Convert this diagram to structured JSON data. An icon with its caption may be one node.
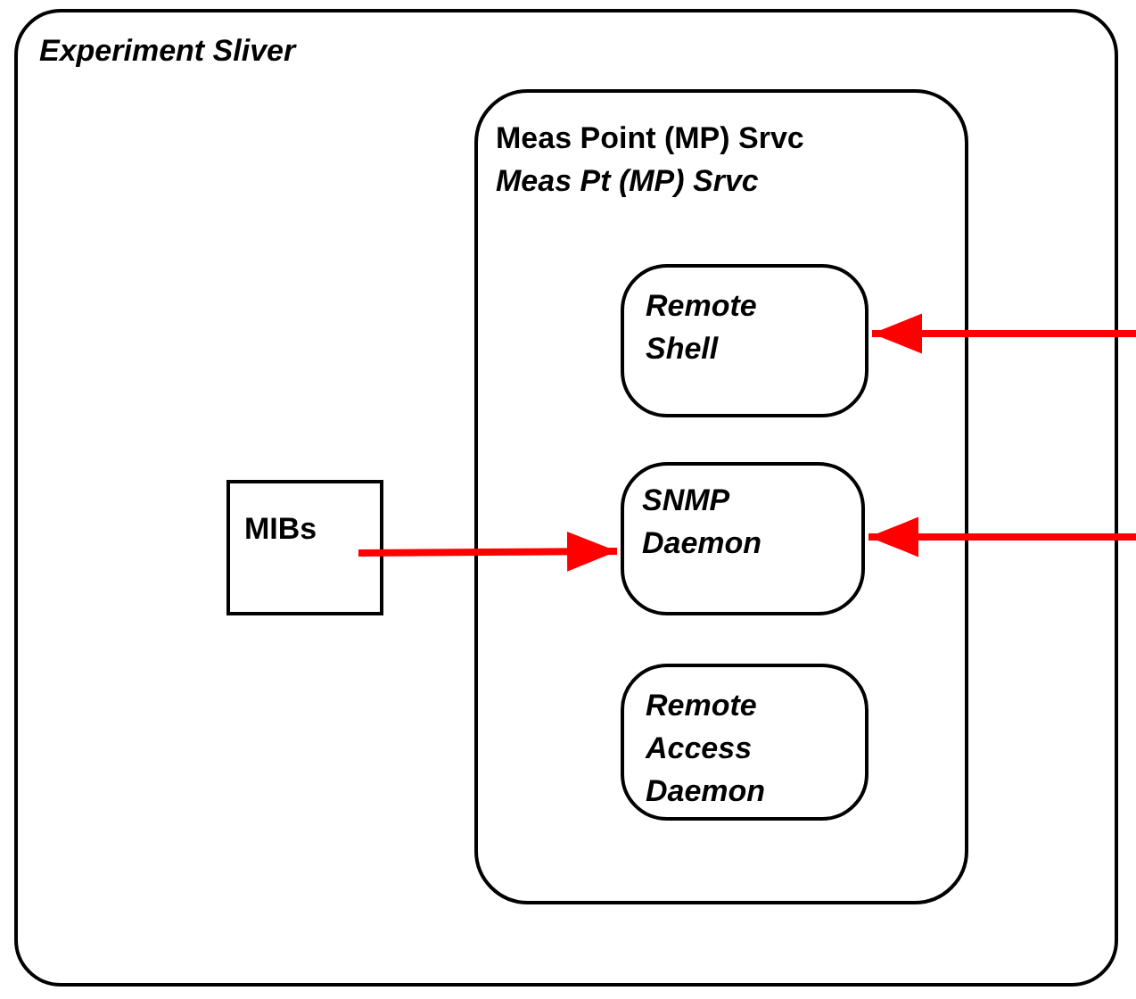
{
  "diagram": {
    "nodes": [
      {
        "text": [
          "Experiment Sliver"
        ]
      },
      {
        "text": [
          "Meas Point (MP) Srvc",
          "Meas Pt (MP) Srvc"
        ],
        "in": 0
      },
      {
        "text": [
          "Remote Shell"
        ],
        "in": 1
      },
      {
        "text": [
          "SNMP Daemon"
        ],
        "in": 1
      },
      {
        "text": [
          "Remote Access Daemon"
        ],
        "in": 1
      },
      {
        "text": [
          "MIBs"
        ],
        "in": 0
      }
    ],
    "edges": [
      {
        "from": 5,
        "to": 3,
        "arrow": "to"
      },
      {
        "from": null,
        "to": 2,
        "arrow": "to"
      },
      {
        "from": null,
        "to": 3,
        "arrow": "to"
      }
    ]
  }
}
